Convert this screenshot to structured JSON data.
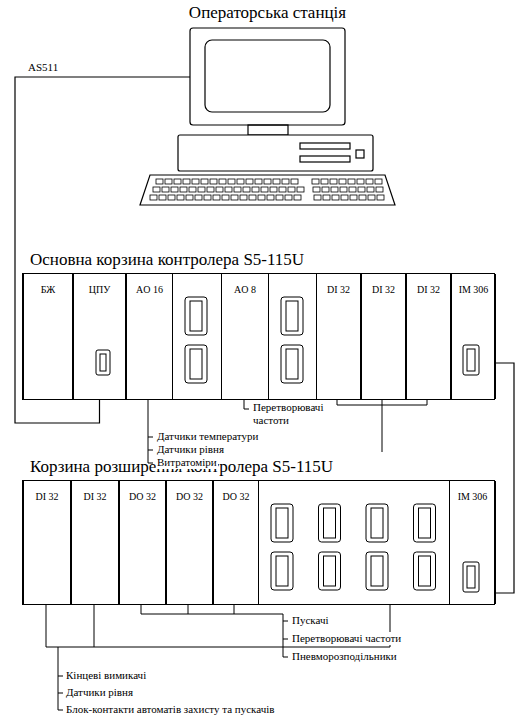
{
  "diagram": {
    "nodes": [
      {
        "text": [
          "Операторська станція"
        ]
      },
      {
        "text": [
          "Основна корзина контролера S5-115U"
        ]
      },
      {
        "text": [
          "БЖ"
        ],
        "in": 1
      },
      {
        "text": [
          "ЦПУ"
        ],
        "in": 1
      },
      {
        "text": [
          "AO 16"
        ],
        "in": 1
      },
      {
        "text": [
          "AO 8"
        ],
        "in": 1
      },
      {
        "text": [
          "DI 32"
        ],
        "in": 1
      },
      {
        "text": [
          "DI 32"
        ],
        "in": 1
      },
      {
        "text": [
          "DI 32"
        ],
        "in": 1
      },
      {
        "text": [
          "IM 306"
        ],
        "in": 1
      },
      {
        "text": [
          "Корзина розширення контролера S5-115U"
        ]
      },
      {
        "text": [
          "DI 32"
        ],
        "in": 10
      },
      {
        "text": [
          "DI 32"
        ],
        "in": 10
      },
      {
        "text": [
          "DO 32"
        ],
        "in": 10
      },
      {
        "text": [
          "DO 32"
        ],
        "in": 10
      },
      {
        "text": [
          "DO 32"
        ],
        "in": 10
      },
      {
        "text": [
          "IM 306"
        ],
        "in": 10
      }
    ],
    "edges": [
      {
        "from": 0,
        "to": 3,
        "arrow": "none",
        "label": "AS511"
      },
      {
        "from": 9,
        "to": 16,
        "arrow": "none"
      }
    ],
    "labels": [
      "Перетворювачі частоти",
      "Датчики температури",
      "Датчики рівня",
      "Витратоміри",
      "Пускачі",
      "Перетворювачі частоти",
      "Пневморозподільники",
      "Кінцеві вимикачі",
      "Датчики рівня",
      "Блок-контакти автоматів захисту та пускачів"
    ]
  }
}
